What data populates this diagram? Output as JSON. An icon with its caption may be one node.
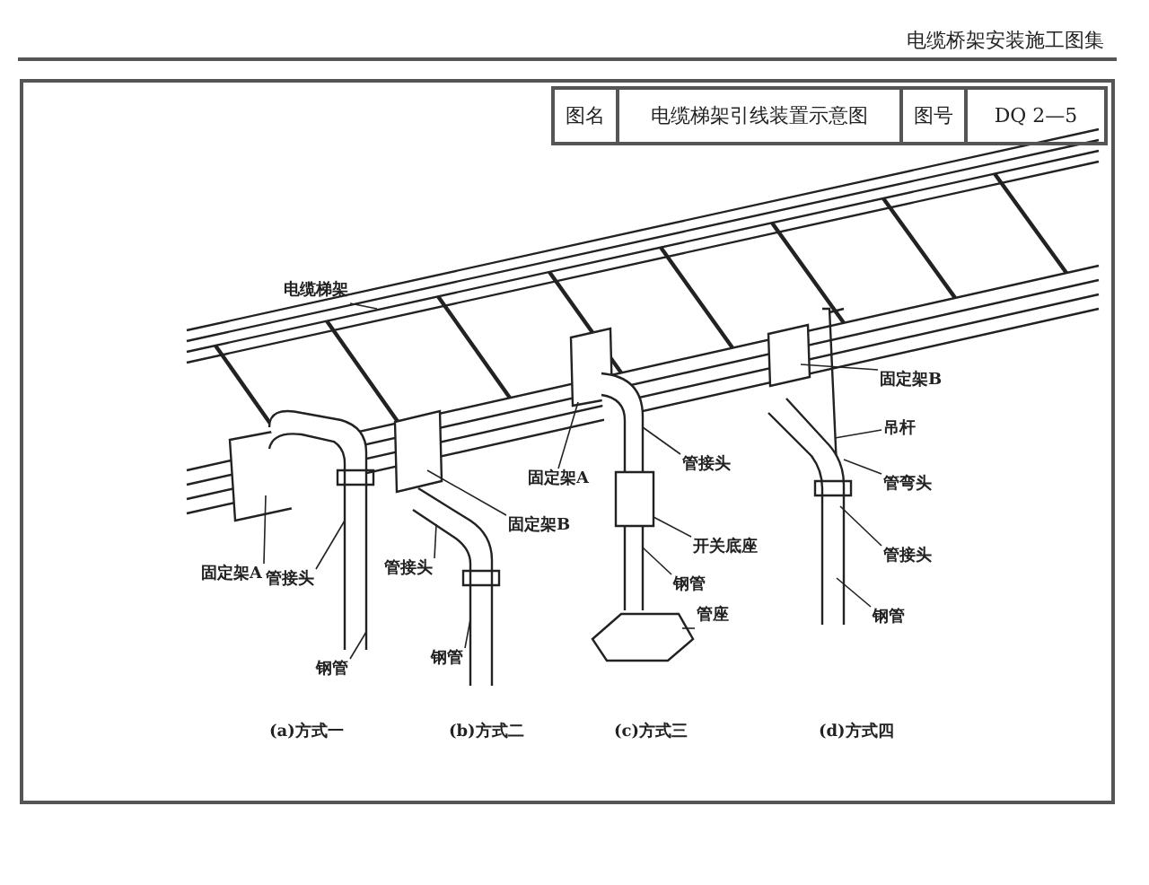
{
  "diagram": {
    "nodes": [
      {
        "text": [
          "电缆梯架"
        ]
      },
      {
        "text": [
          "固定架A"
        ]
      },
      {
        "text": [
          "管接头"
        ]
      },
      {
        "text": [
          "钢管"
        ]
      },
      {
        "text": [
          "固定架B"
        ]
      },
      {
        "text": [
          "管接头"
        ]
      },
      {
        "text": [
          "钢管"
        ]
      },
      {
        "text": [
          "固定架A"
        ]
      },
      {
        "text": [
          "管接头"
        ]
      },
      {
        "text": [
          "开关底座"
        ]
      },
      {
        "text": [
          "钢管"
        ]
      },
      {
        "text": [
          "管座"
        ]
      },
      {
        "text": [
          "固定架B"
        ]
      },
      {
        "text": [
          "吊杆"
        ]
      },
      {
        "text": [
          "管弯头"
        ]
      },
      {
        "text": [
          "管接头"
        ]
      },
      {
        "text": [
          "钢管"
        ]
      }
    ],
    "edges": [
      {
        "from": 0,
        "to": null,
        "arrow": "none"
      },
      {
        "from": 1,
        "to": null,
        "arrow": "none"
      },
      {
        "from": 2,
        "to": null,
        "arrow": "none"
      },
      {
        "from": 3,
        "to": null,
        "arrow": "none"
      },
      {
        "from": 4,
        "to": null,
        "arrow": "none"
      },
      {
        "from": 5,
        "to": null,
        "arrow": "none"
      },
      {
        "from": 6,
        "to": null,
        "arrow": "none"
      },
      {
        "from": 7,
        "to": null,
        "arrow": "none"
      },
      {
        "from": 8,
        "to": null,
        "arrow": "none"
      },
      {
        "from": 9,
        "to": null,
        "arrow": "none"
      },
      {
        "from": 10,
        "to": null,
        "arrow": "none"
      },
      {
        "from": 11,
        "to": null,
        "arrow": "none"
      },
      {
        "from": 12,
        "to": null,
        "arrow": "none"
      },
      {
        "from": 13,
        "to": null,
        "arrow": "none"
      },
      {
        "from": 14,
        "to": null,
        "arrow": "none"
      },
      {
        "from": 15,
        "to": null,
        "arrow": "none"
      },
      {
        "from": 16,
        "to": null,
        "arrow": "none"
      }
    ],
    "labels": [
      "电缆桥架安装施工图集",
      "图名",
      "电缆梯架引线装置示意图",
      "图号",
      "DQ 2—5",
      "(a)方式一",
      "(b)方式二",
      "(c)方式三",
      "(d)方式四"
    ]
  }
}
